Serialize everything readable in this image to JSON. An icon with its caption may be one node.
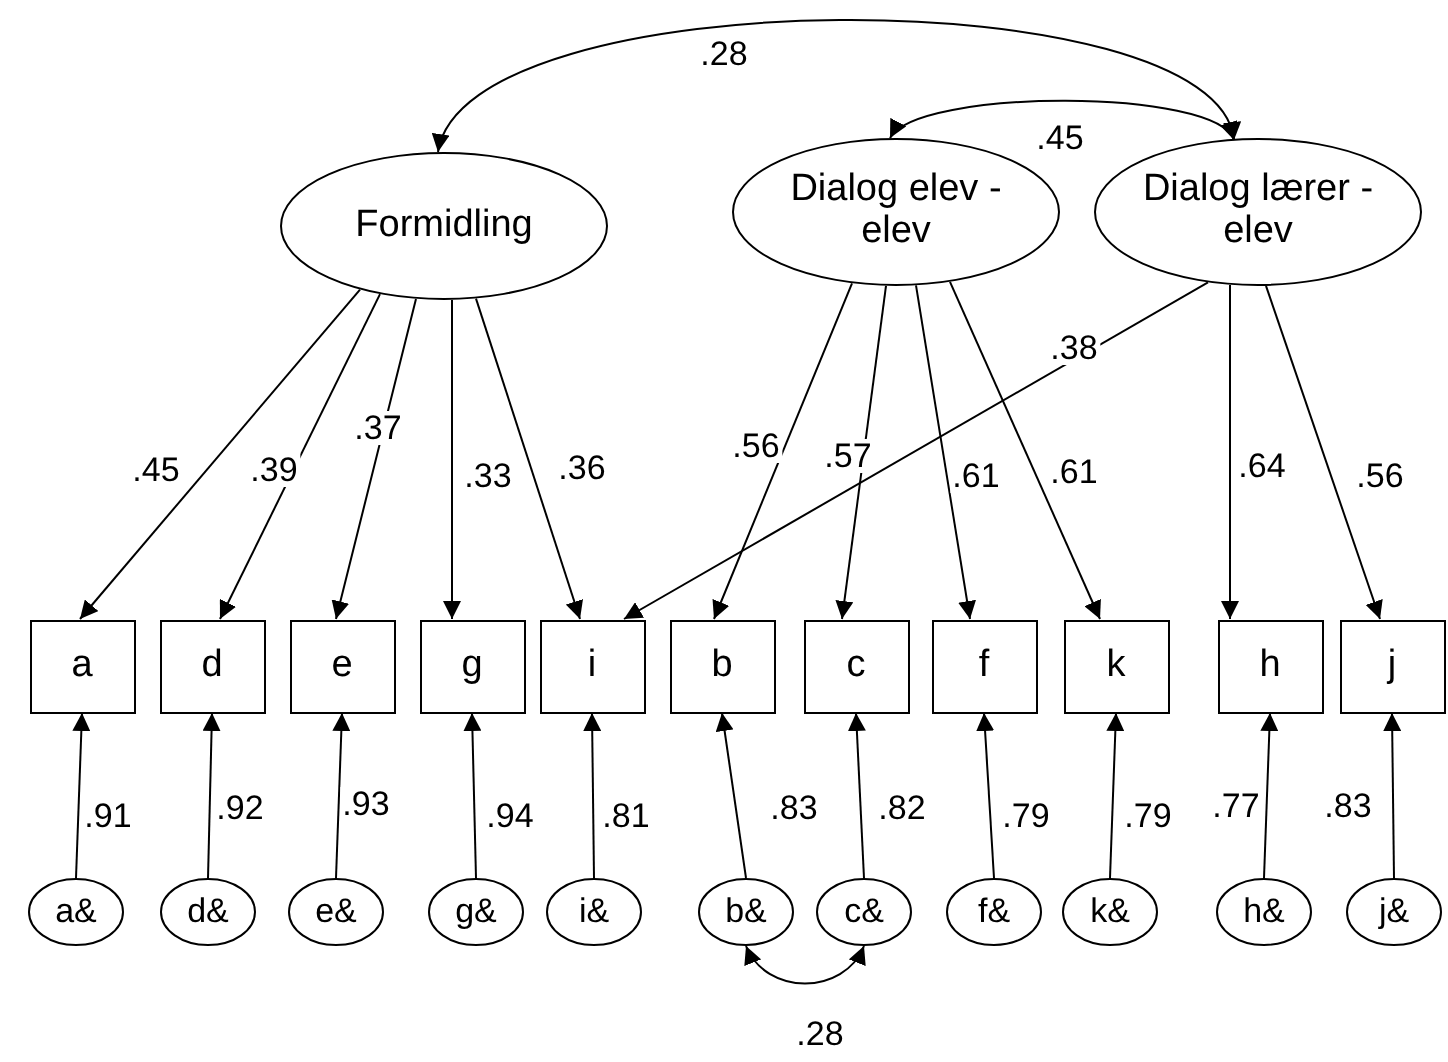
{
  "diagram": {
    "nodes": [
      {
        "text": [
          "Formidling"
        ]
      },
      {
        "text": [
          "Dialog elev - elev"
        ]
      },
      {
        "text": [
          "Dialog lærer - elev"
        ]
      },
      {
        "text": [
          "a"
        ]
      },
      {
        "text": [
          "d"
        ]
      },
      {
        "text": [
          "e"
        ]
      },
      {
        "text": [
          "g"
        ]
      },
      {
        "text": [
          "i"
        ]
      },
      {
        "text": [
          "b"
        ]
      },
      {
        "text": [
          "c"
        ]
      },
      {
        "text": [
          "f"
        ]
      },
      {
        "text": [
          "k"
        ]
      },
      {
        "text": [
          "h"
        ]
      },
      {
        "text": [
          "j"
        ]
      },
      {
        "text": [
          "a&"
        ]
      },
      {
        "text": [
          "d&"
        ]
      },
      {
        "text": [
          "e&"
        ]
      },
      {
        "text": [
          "g&"
        ]
      },
      {
        "text": [
          "i&"
        ]
      },
      {
        "text": [
          "b&"
        ]
      },
      {
        "text": [
          "c&"
        ]
      },
      {
        "text": [
          "f&"
        ]
      },
      {
        "text": [
          "k&"
        ]
      },
      {
        "text": [
          "h&"
        ]
      },
      {
        "text": [
          "j&"
        ]
      }
    ],
    "edges": [
      {
        "from": 0,
        "to": 3,
        "arrow": "to",
        "label": ".45"
      },
      {
        "from": 0,
        "to": 4,
        "arrow": "to",
        "label": ".39"
      },
      {
        "from": 0,
        "to": 5,
        "arrow": "to",
        "label": ".37"
      },
      {
        "from": 0,
        "to": 6,
        "arrow": "to",
        "label": ".33"
      },
      {
        "from": 0,
        "to": 7,
        "arrow": "to",
        "label": ".36"
      },
      {
        "from": 2,
        "to": 7,
        "arrow": "to",
        "label": ".38"
      },
      {
        "from": 1,
        "to": 8,
        "arrow": "to",
        "label": ".56"
      },
      {
        "from": 1,
        "to": 9,
        "arrow": "to",
        "label": ".57"
      },
      {
        "from": 1,
        "to": 10,
        "arrow": "to",
        "label": ".61"
      },
      {
        "from": 1,
        "to": 11,
        "arrow": "to",
        "label": ".61"
      },
      {
        "from": 2,
        "to": 12,
        "arrow": "to",
        "label": ".64"
      },
      {
        "from": 2,
        "to": 13,
        "arrow": "to",
        "label": ".56"
      },
      {
        "from": 14,
        "to": 3,
        "arrow": "to",
        "label": ".91"
      },
      {
        "from": 15,
        "to": 4,
        "arrow": "to",
        "label": ".92"
      },
      {
        "from": 16,
        "to": 5,
        "arrow": "to",
        "label": ".93"
      },
      {
        "from": 17,
        "to": 6,
        "arrow": "to",
        "label": ".94"
      },
      {
        "from": 18,
        "to": 7,
        "arrow": "to",
        "label": ".81"
      },
      {
        "from": 19,
        "to": 8,
        "arrow": "to",
        "label": ".83"
      },
      {
        "from": 20,
        "to": 9,
        "arrow": "to",
        "label": ".82"
      },
      {
        "from": 21,
        "to": 10,
        "arrow": "to",
        "label": ".79"
      },
      {
        "from": 22,
        "to": 11,
        "arrow": "to",
        "label": ".79"
      },
      {
        "from": 23,
        "to": 12,
        "arrow": "to",
        "label": ".77"
      },
      {
        "from": 24,
        "to": 13,
        "arrow": "to",
        "label": ".83"
      },
      {
        "from": 0,
        "to": 2,
        "arrow": "both",
        "label": ".28"
      },
      {
        "from": 1,
        "to": 2,
        "arrow": "both",
        "label": ".45"
      },
      {
        "from": 19,
        "to": 20,
        "arrow": "both",
        "label": ".28"
      }
    ]
  }
}
